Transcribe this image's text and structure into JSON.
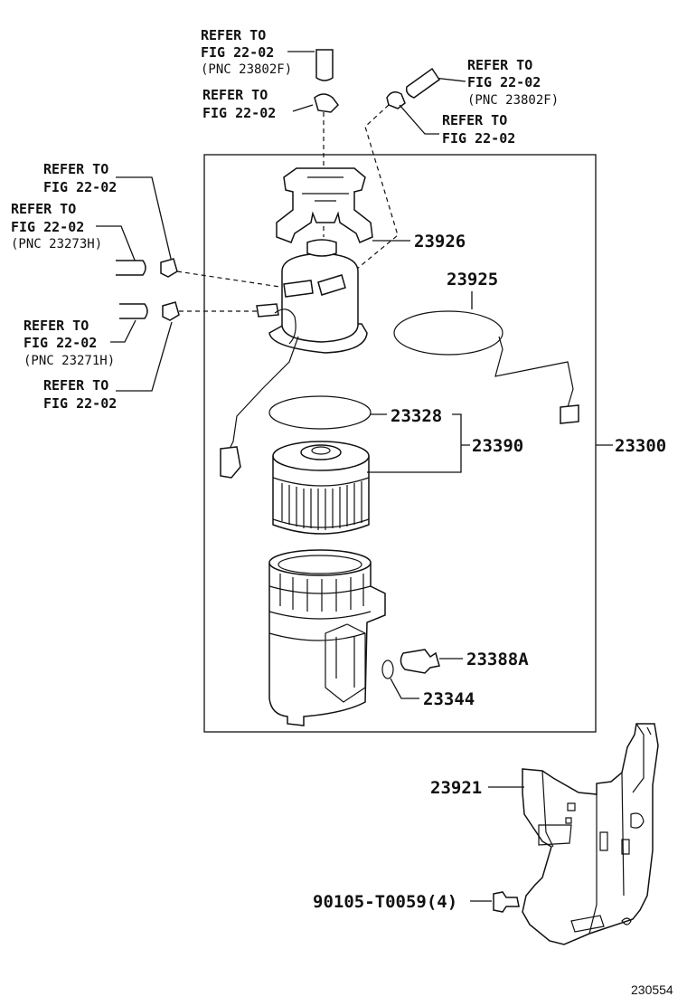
{
  "refs": {
    "top_hose": {
      "line1": "REFER TO",
      "line2": "FIG 22-02",
      "pnc": "(PNC 23802F)"
    },
    "top_clamp": {
      "line1": "REFER TO",
      "line2": "FIG 22-02"
    },
    "right_hose": {
      "line1": "REFER TO",
      "line2": "FIG 22-02",
      "pnc": "(PNC 23802F)"
    },
    "right_clamp": {
      "line1": "REFER TO",
      "line2": "FIG 22-02"
    },
    "left_clamp_upper": {
      "line1": "REFER TO",
      "line2": "FIG 22-02"
    },
    "left_hose_upper": {
      "line1": "REFER TO",
      "line2": "FIG 22-02",
      "pnc": "(PNC 23273H)"
    },
    "left_hose_lower": {
      "line1": "REFER TO",
      "line2": "FIG 22-02",
      "pnc": "(PNC 23271H)"
    },
    "left_clamp_lower": {
      "line1": "REFER TO",
      "line2": "FIG 22-02"
    }
  },
  "parts": {
    "p23926": "23926",
    "p23925": "23925",
    "p23328": "23328",
    "p23390": "23390",
    "p23300": "23300",
    "p23388A": "23388A",
    "p23344": "23344",
    "p23921": "23921",
    "p90105": "90105-T0059(4)"
  },
  "figure_id": "230554"
}
